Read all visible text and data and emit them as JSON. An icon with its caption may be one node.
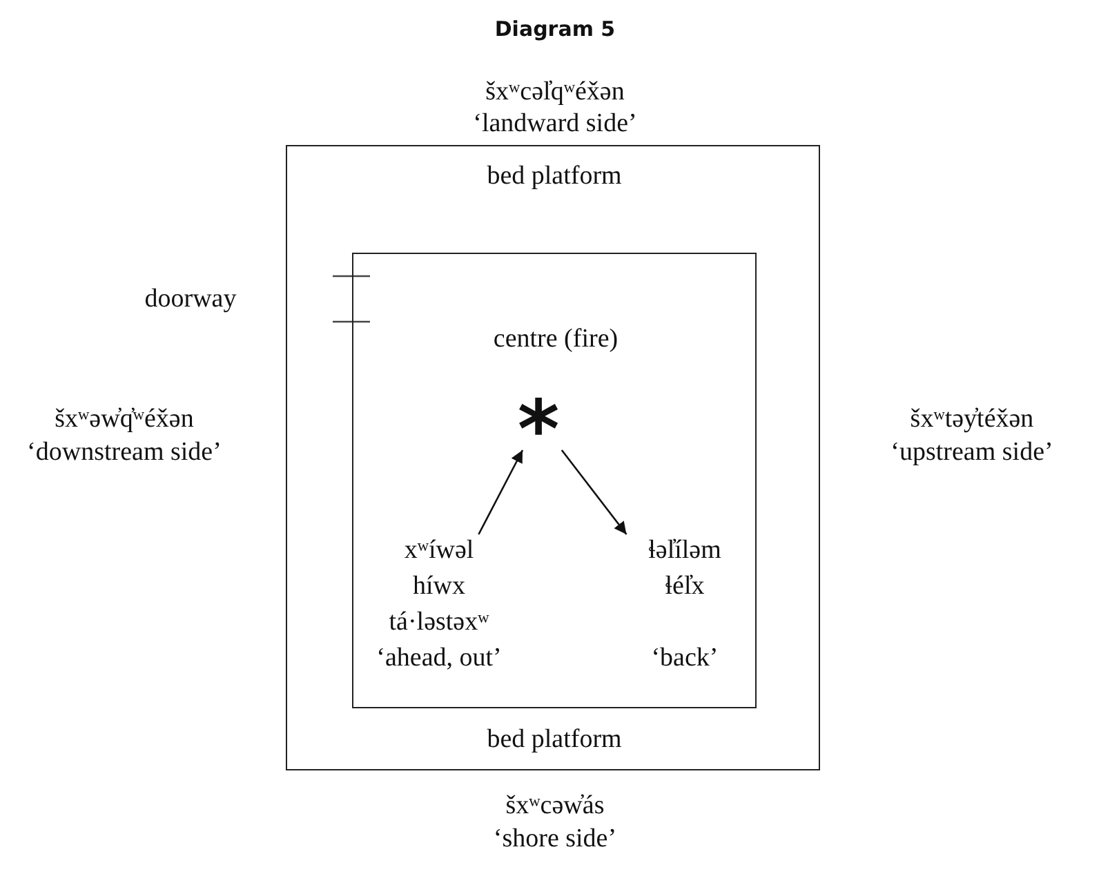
{
  "diagram": {
    "title": "Diagram 5",
    "nodes": [
      {
        "text": [
          "bed platform",
          "bed platform"
        ]
      },
      {
        "text": [
          "centre (fire)"
        ],
        "in": 0
      },
      {
        "text": [
          "*"
        ],
        "in": 1
      },
      {
        "text": [
          "xʷíwəl",
          "híwx",
          "tá·ləstəxʷ",
          "‘ahead, out’"
        ],
        "in": 1
      },
      {
        "text": [
          "ɬəl̓íləm",
          "ɬél̓x",
          "‘back’"
        ],
        "in": 1
      }
    ],
    "edges": [
      {
        "from": 3,
        "to": 2,
        "arrow": "to"
      },
      {
        "from": 2,
        "to": 4,
        "arrow": "to"
      }
    ],
    "labels": [
      "šxʷcəl̓qʷéx̌ən",
      "‘landward side’",
      "doorway",
      "šxʷəw̓q̓ʷéx̌ən",
      "‘downstream side’",
      "šxʷtəy̓téx̌ən",
      "‘upstream side’",
      "šxʷcəw̓ás",
      "‘shore side’"
    ]
  }
}
